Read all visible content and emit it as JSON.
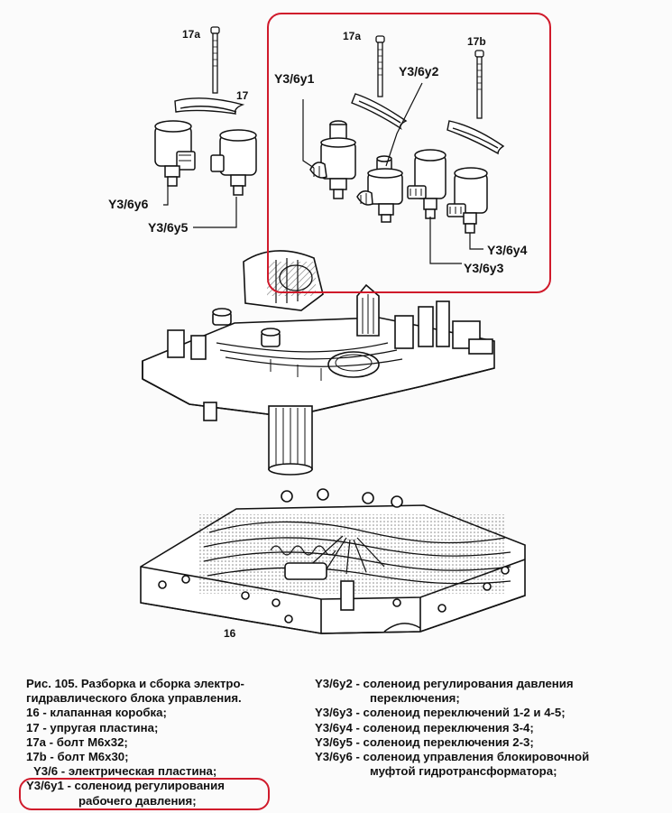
{
  "labels": {
    "bolt_17a_left": "17a",
    "spring_plate_17": "17",
    "bolt_17a_right": "17a",
    "bolt_17b": "17b",
    "y36y1": "Y3/6y1",
    "y36y2": "Y3/6y2",
    "y36y3": "Y3/6y3",
    "y36y4": "Y3/6y4",
    "y36y5": "Y3/6y5",
    "y36y6": "Y3/6y6",
    "valve_box_16": "16"
  },
  "caption": {
    "left": [
      "Рис. 105. Разборка и сборка электро-",
      "гидравлического блока управления.",
      "16 - клапанная коробка;",
      "17 - упругая пластина;",
      "17a - болт M6x32;",
      "17b - болт M6x30;",
      "Y3/6 - электрическая пластина;",
      "Y3/6y1 - соленоид регулирования",
      "рабочего давления;"
    ],
    "right": [
      "Y3/6y2 - соленоид регулирования давления",
      "переключения;",
      "Y3/6y3 - соленоид переключений 1-2 и 4-5;",
      "Y3/6y4 - соленоид переключения 3-4;",
      "Y3/6y5 - соленоид переключения 2-3;",
      "Y3/6y6 - соленоид управления блокировочной",
      "муфтой гидротрансформатора;"
    ]
  },
  "colors": {
    "highlight": "#d01a2b",
    "ink": "#111111",
    "paper": "#fbfbfb"
  }
}
